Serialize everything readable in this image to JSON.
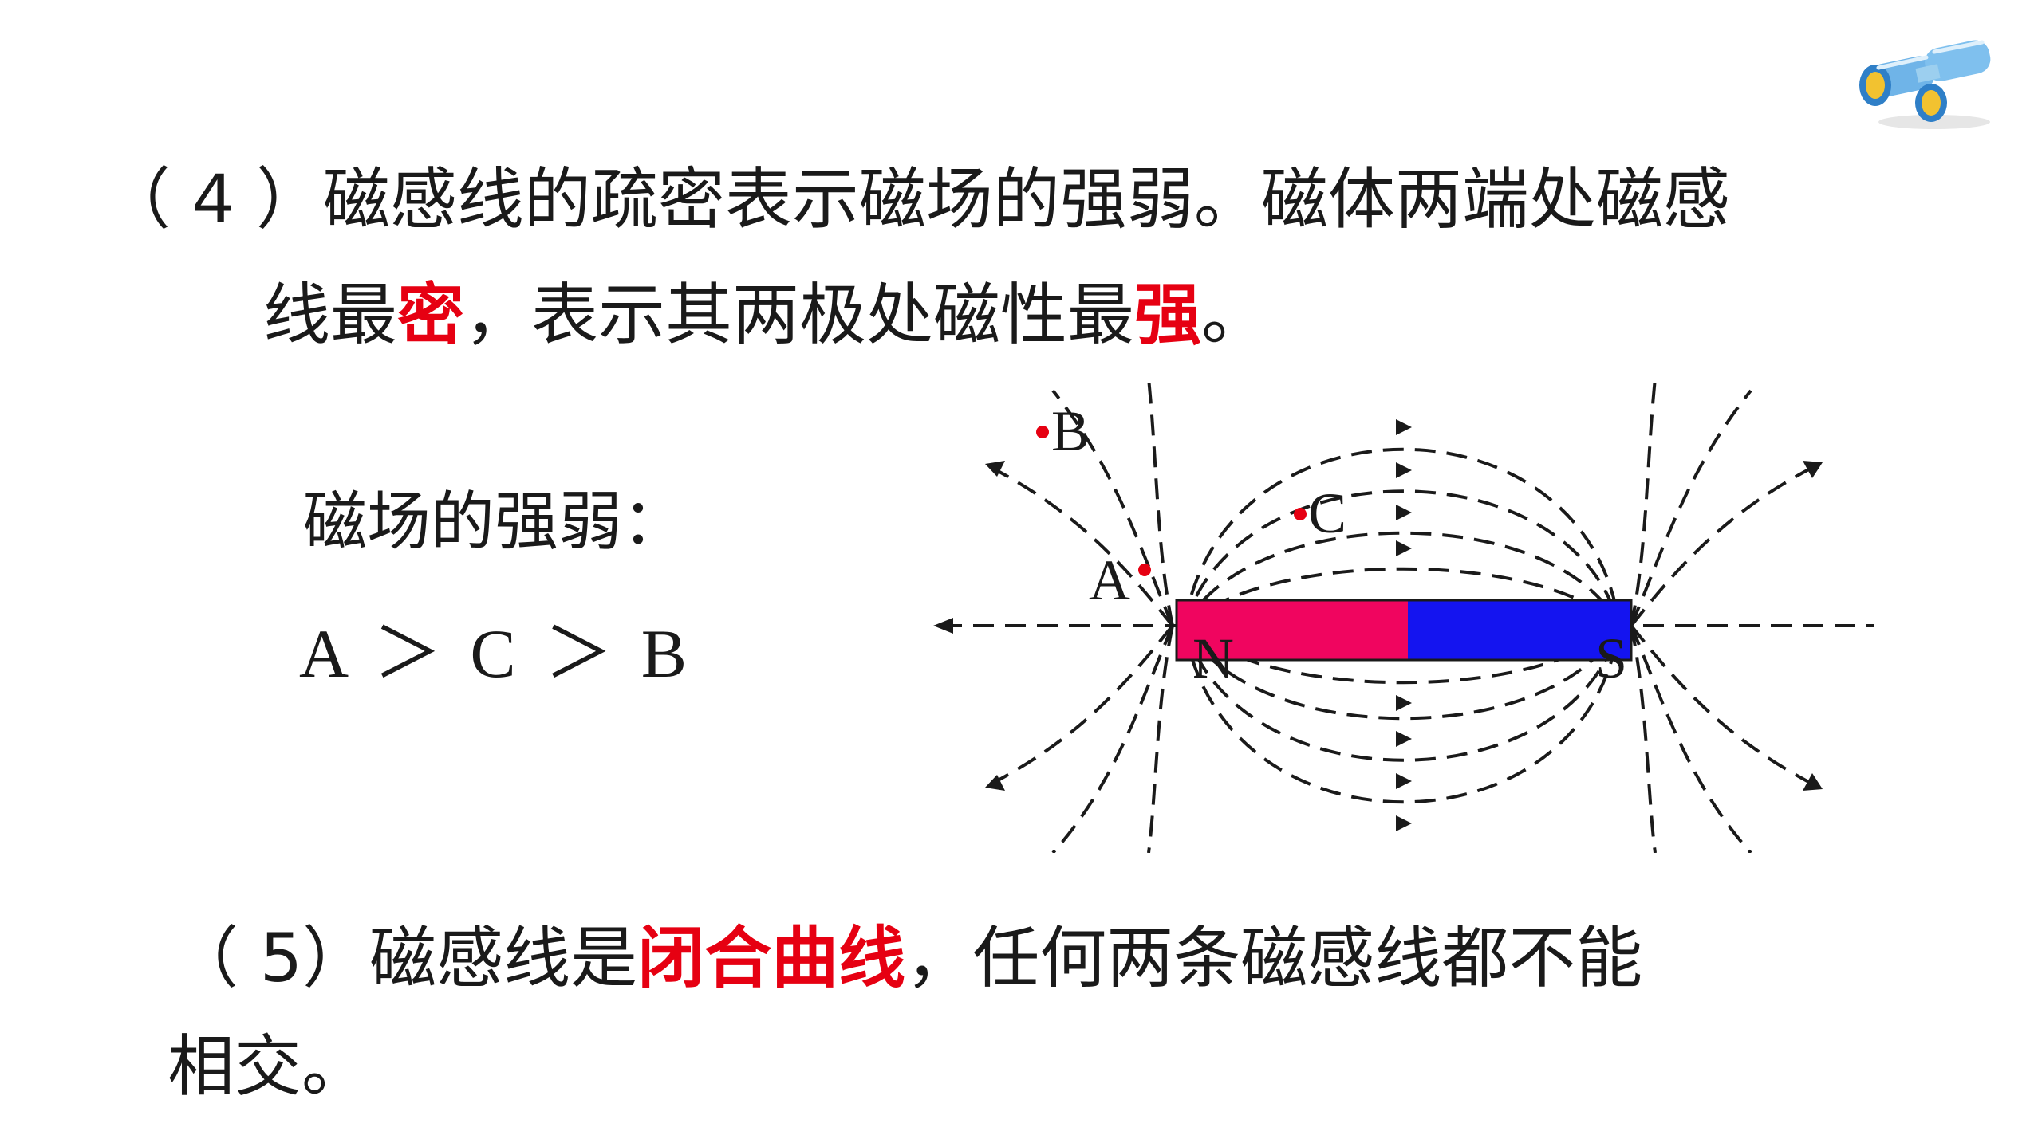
{
  "item4": {
    "number": "（ 4 ）",
    "line1_text": "磁感线的疏密表示磁场的强弱。磁体两端处磁感",
    "line2_pre": "线最",
    "line2_hl1": "密",
    "line2_mid": "，表示其两极处磁性最",
    "line2_hl2": "强",
    "line2_end": "。"
  },
  "strength": {
    "label": "磁场的强弱：",
    "order": "A ＞ C ＞ B"
  },
  "diagram": {
    "labels": {
      "A": "A",
      "B": "B",
      "C": "C",
      "N": "N",
      "S": "S"
    },
    "colors": {
      "north_pole": "#f0055f",
      "south_pole": "#1414f0",
      "point": "#e60012",
      "field_line": "#1a1a1a"
    }
  },
  "item5": {
    "number": "（ 5）",
    "pre": "磁感线是",
    "highlight": "闭合曲线",
    "post": "，任何两条磁感线都不能",
    "line2": "相交。"
  },
  "icons": {
    "corner": "binoculars-icon"
  }
}
